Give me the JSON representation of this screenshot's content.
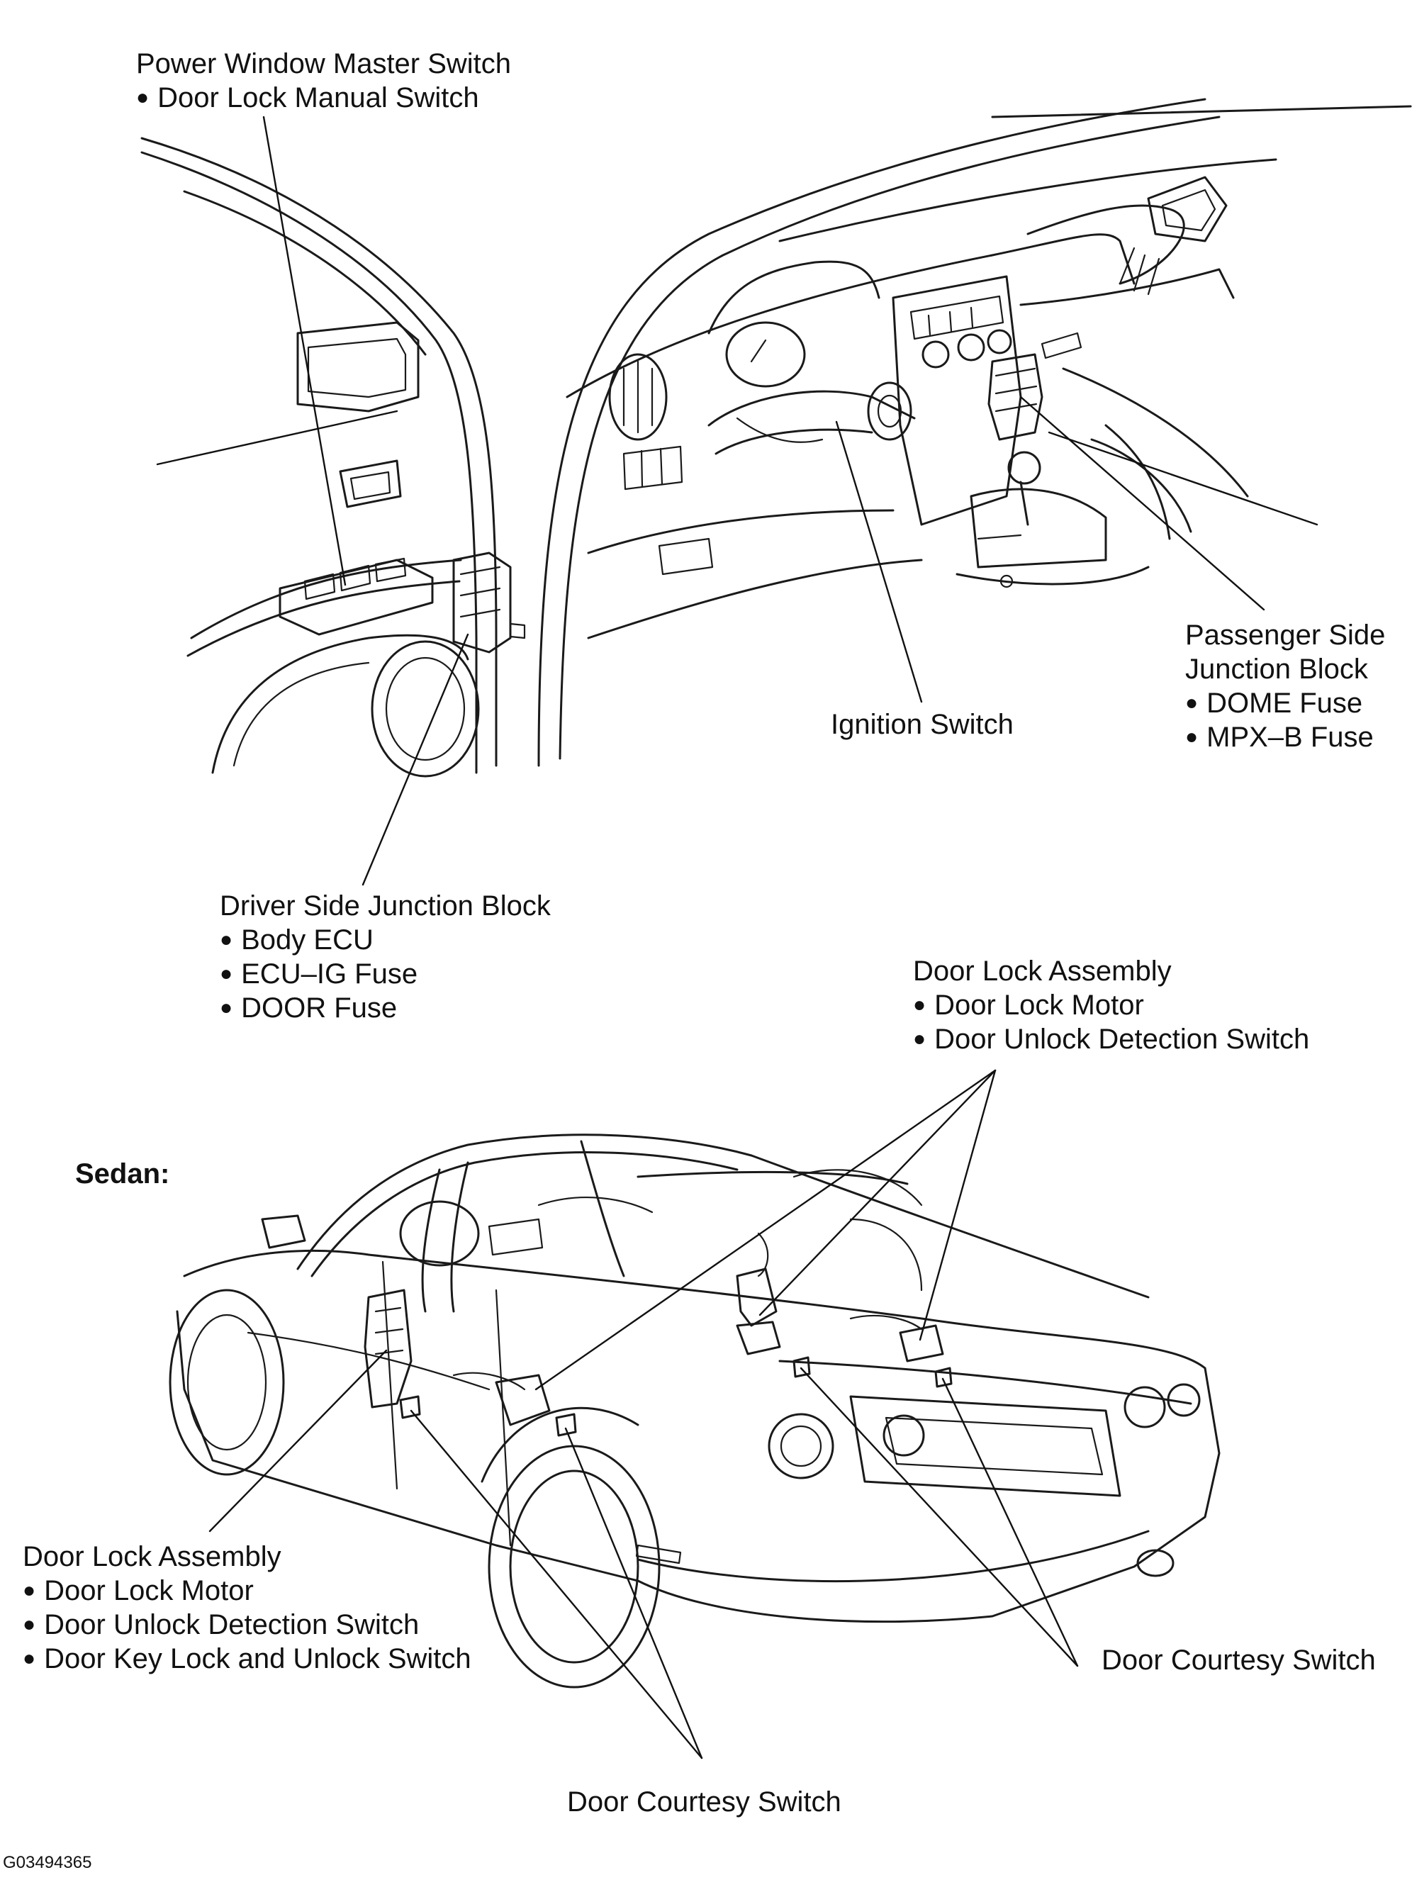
{
  "labels": {
    "power_window": {
      "title": "Power Window Master Switch",
      "items": [
        "Door Lock Manual Switch"
      ]
    },
    "passenger_jb": {
      "title_line1": "Passenger Side",
      "title_line2": "Junction Block",
      "items": [
        "DOME Fuse",
        "MPX–B Fuse"
      ]
    },
    "ignition": {
      "title": "Ignition Switch"
    },
    "driver_jb": {
      "title": "Driver Side Junction Block",
      "items": [
        "Body ECU",
        "ECU–IG Fuse",
        "DOOR Fuse"
      ]
    },
    "door_lock_rear": {
      "title": "Door Lock Assembly",
      "items": [
        "Door Lock Motor",
        "Door Unlock Detection Switch"
      ]
    },
    "sedan": {
      "title": "Sedan:"
    },
    "door_lock_front": {
      "title": "Door Lock Assembly",
      "items": [
        "Door Lock Motor",
        "Door Unlock Detection Switch",
        "Door Key Lock and Unlock Switch"
      ]
    },
    "courtesy_right": {
      "title": "Door Courtesy Switch"
    },
    "courtesy_bottom": {
      "title": "Door Courtesy Switch"
    }
  },
  "figure_id": "G03494365",
  "colors": {
    "ink": "#1a1a1a",
    "background": "#ffffff"
  }
}
